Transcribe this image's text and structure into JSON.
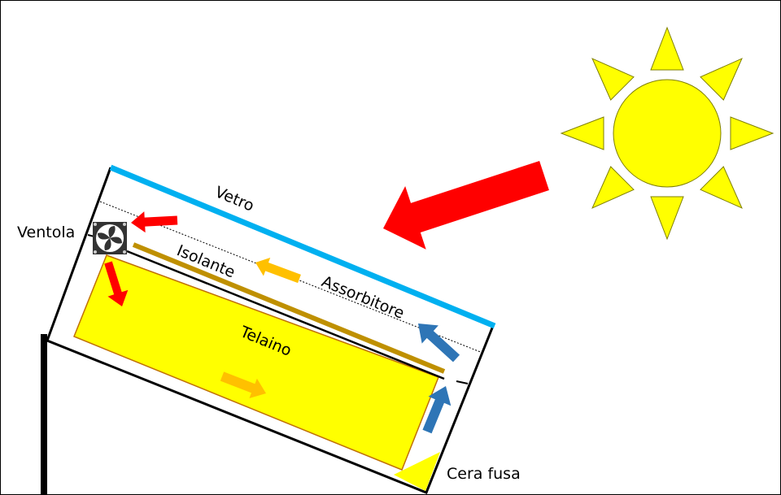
{
  "labels": {
    "glass": "Vetro",
    "insulation": "Isolante",
    "absorber": "Assorbitore",
    "frame": "Telaino",
    "fan": "Ventola",
    "wax": "Cera fusa"
  },
  "colors": {
    "sun": "#ffff00",
    "glass": "#00b0f0",
    "insulation": "#bf9000",
    "frame_fill": "#ffff00",
    "frame_stroke": "#c07000",
    "hot_arrow": "#ff0000",
    "warm_arrow": "#ffc000",
    "cool_arrow": "#2e75b6"
  },
  "icons": [
    "sun-icon",
    "fan-icon"
  ]
}
